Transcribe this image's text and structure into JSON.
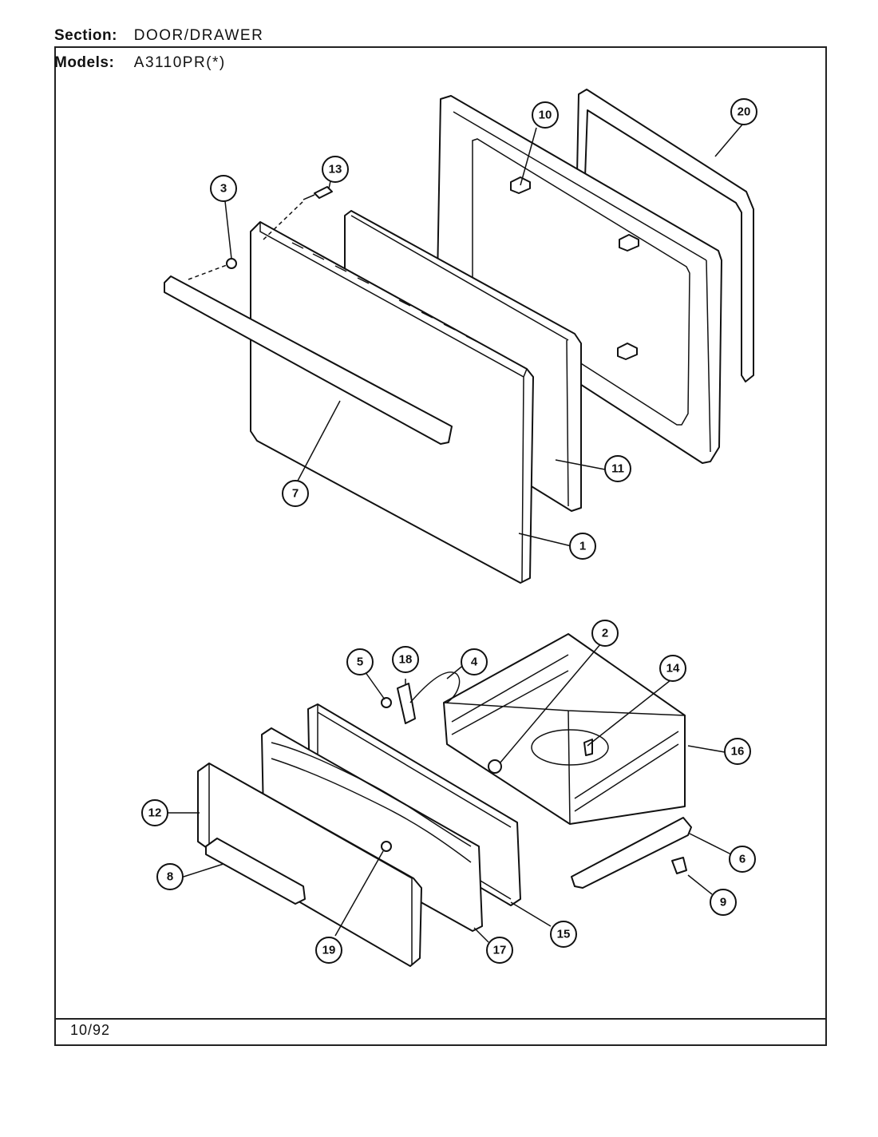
{
  "header": {
    "section_label": "Section:",
    "section_value": "DOOR/DRAWER",
    "models_label": "Models:",
    "models_value": "A3110PR(*)"
  },
  "footer": {
    "date": "10/92"
  },
  "callouts": [
    "1",
    "2",
    "3",
    "4",
    "5",
    "6",
    "7",
    "8",
    "9",
    "10",
    "11",
    "12",
    "13",
    "14",
    "15",
    "16",
    "17",
    "18",
    "19",
    "20"
  ]
}
